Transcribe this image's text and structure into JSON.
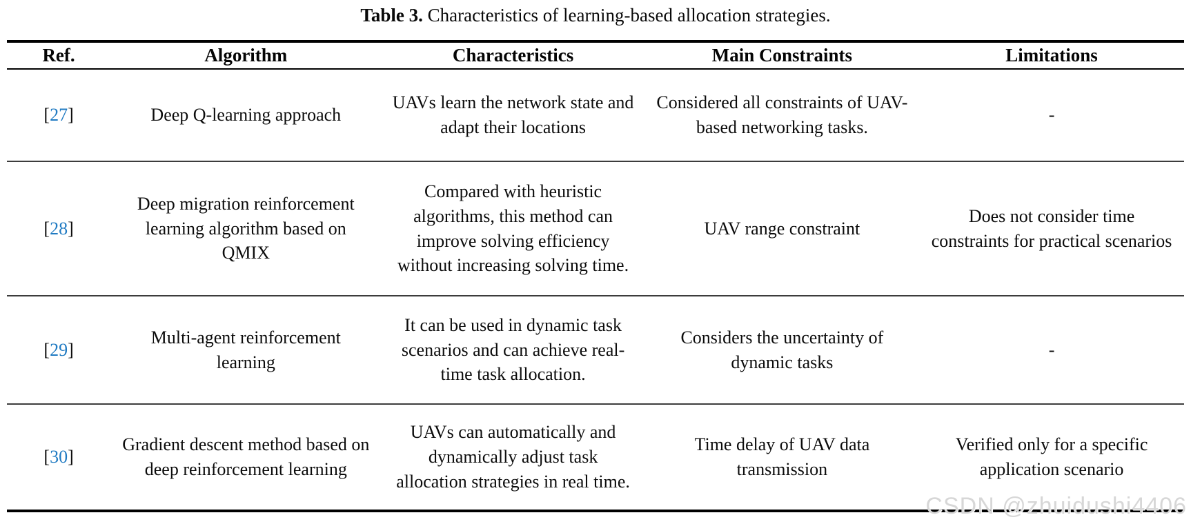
{
  "caption": {
    "label": "Table 3.",
    "text": " Characteristics of learning-based allocation strategies."
  },
  "table": {
    "columns": [
      "Ref.",
      "Algorithm",
      "Characteristics",
      "Main Constraints",
      "Limitations"
    ],
    "ref_brackets": {
      "open": "[",
      "close": "]"
    },
    "rows": [
      {
        "ref": "27",
        "algorithm": "Deep Q-learning approach",
        "characteristics": "UAVs learn the network state and adapt their locations",
        "constraints": "Considered all constraints of UAV-based networking tasks.",
        "limitations": "-"
      },
      {
        "ref": "28",
        "algorithm": "Deep migration reinforcement learning algorithm based on QMIX",
        "characteristics": "Compared with heuristic algorithms, this method can improve solving efficiency without increasing solving time.",
        "constraints": "UAV range constraint",
        "limitations": "Does not consider time constraints for practical scenarios"
      },
      {
        "ref": "29",
        "algorithm": "Multi-agent reinforcement learning",
        "characteristics": "It can be used in dynamic task scenarios and can achieve real-time task allocation.",
        "constraints": "Considers the uncertainty of dynamic tasks",
        "limitations": "-"
      },
      {
        "ref": "30",
        "algorithm": "Gradient descent method based on deep reinforcement learning",
        "characteristics": "UAVs can automatically and dynamically adjust task allocation strategies in real time.",
        "constraints": "Time delay of UAV data transmission",
        "limitations": "Verified only for a specific application scenario"
      }
    ]
  },
  "watermark": "CSDN @zhuidushi4406",
  "colors": {
    "link_blue": "#1f7ac2",
    "rule_black": "#000000",
    "row_rule_gray": "#3c3c3c",
    "watermark_gray": "#d7d7d7"
  }
}
